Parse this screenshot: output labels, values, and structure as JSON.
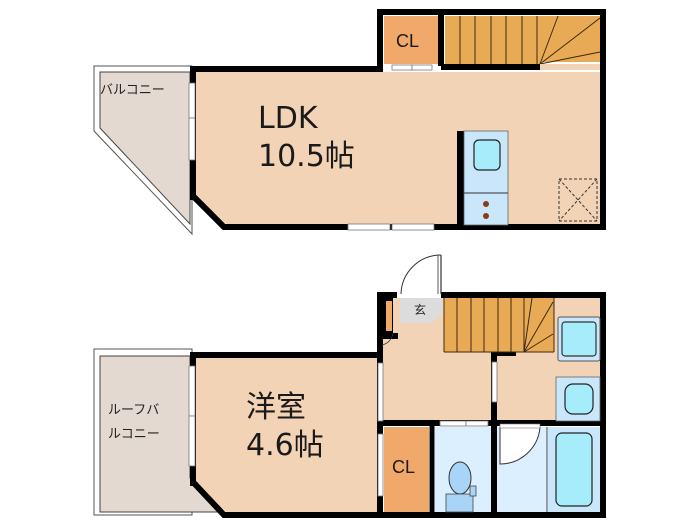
{
  "colors": {
    "wall": "#000000",
    "room_floor": "#f3d3b6",
    "closet": "#f0a96a",
    "stairs": "#e9aa55",
    "balcony": "#e3d9d1",
    "wet_area": "#d4ecfb",
    "fixture": "#a6ecfa",
    "entrance": "#dcdcdc"
  },
  "upper_floor": {
    "ldk": {
      "label": "LDK",
      "size": "10.5帖"
    },
    "closet": {
      "label": "CL"
    },
    "balcony": {
      "label": "バルコニー"
    },
    "kitchen": {
      "burners": 2
    },
    "washer_space": {
      "symbol": "dashed-x"
    }
  },
  "lower_floor": {
    "western_room": {
      "label": "洋室",
      "size": "4.6帖"
    },
    "closet": {
      "label": "CL"
    },
    "entrance": {
      "label": "玄"
    },
    "roof_balcony": {
      "line1": "ルーフバ",
      "line2": "ルコニー"
    },
    "toilet": {},
    "washroom": {},
    "bathroom": {}
  }
}
